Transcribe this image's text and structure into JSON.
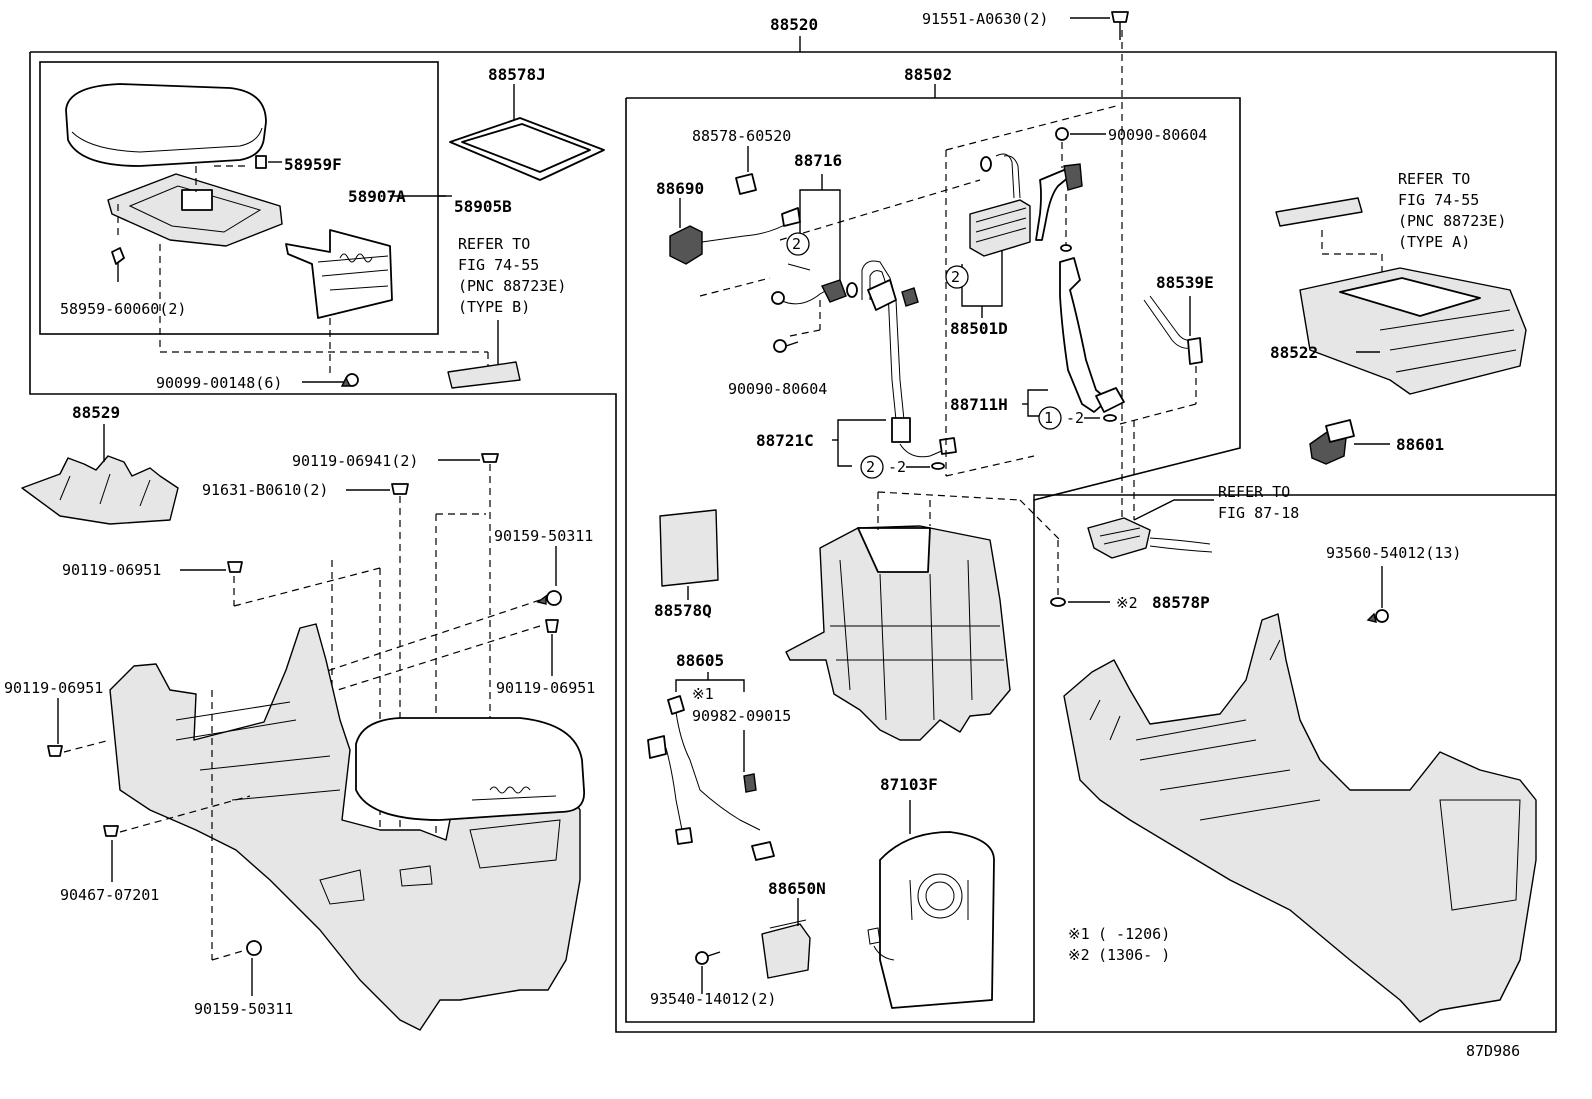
{
  "diagram_id": "87D986",
  "labels": {
    "p88520": "88520",
    "p91551": "91551-A0630(2)",
    "p88578J": "88578J",
    "p58959F": "58959F",
    "p58907A": "58907A",
    "p58905B": "58905B",
    "p58959_60060": "58959-60060(2)",
    "p90099": "90099-00148(6)",
    "p88502": "88502",
    "p88578_60520": "88578-60520",
    "p88716": "88716",
    "p88690": "88690",
    "p90090_a": "90090-80604",
    "p90090_b": "90090-80604",
    "p88501D": "88501D",
    "p88539E": "88539E",
    "p88711H": "88711H",
    "p88721C": "88721C",
    "p88522": "88522",
    "p88601": "88601",
    "p88529": "88529",
    "p90119_06941": "90119-06941(2)",
    "p91631": "91631-B0610(2)",
    "p90119_06951_a": "90119-06951",
    "p90159_a": "90159-50311",
    "p90119_06951_b": "90119-06951",
    "p90119_06951_c": "90119-06951",
    "p90467": "90467-07201",
    "p90159_b": "90159-50311",
    "p88578Q": "88578Q",
    "p88605": "88605",
    "p90982": "90982-09015",
    "p88650N": "88650N",
    "p93540": "93540-14012(2)",
    "p87103F": "87103F",
    "p93560": "93560-54012(13)",
    "p88578P": "88578P"
  },
  "refer_b": [
    "REFER TO",
    "FIG 74-55",
    "(PNC 88723E)",
    "(TYPE B)"
  ],
  "refer_a": [
    "REFER TO",
    "FIG 74-55",
    "(PNC 88723E)",
    "(TYPE A)"
  ],
  "refer_87": [
    "REFER TO",
    "FIG 87-18"
  ],
  "callouts": {
    "c1": "1",
    "c2": "2",
    "dash2": "-2",
    "mark1": "※1",
    "mark2": "※2"
  },
  "notes": {
    "n1_mark": "※1",
    "n1_range": "(    -1206)",
    "n2_mark": "※2",
    "n2_range": "(1306-    )"
  }
}
